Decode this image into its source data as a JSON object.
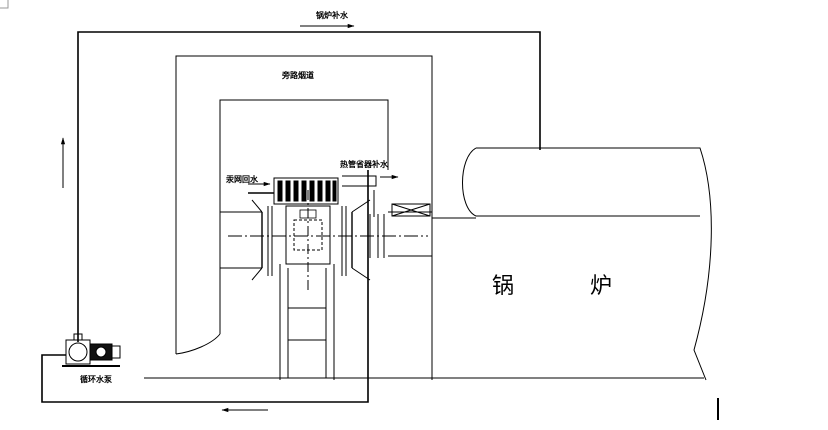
{
  "labels": {
    "boiler_supply": "锅炉补水",
    "bypass_flue": "旁路烟道",
    "boiler_return": "汞网回水",
    "heat_pipe_supply": "热管省器补水",
    "circulation_pump": "循环水泵",
    "boiler_char1": "锅",
    "boiler_char2": "炉"
  }
}
